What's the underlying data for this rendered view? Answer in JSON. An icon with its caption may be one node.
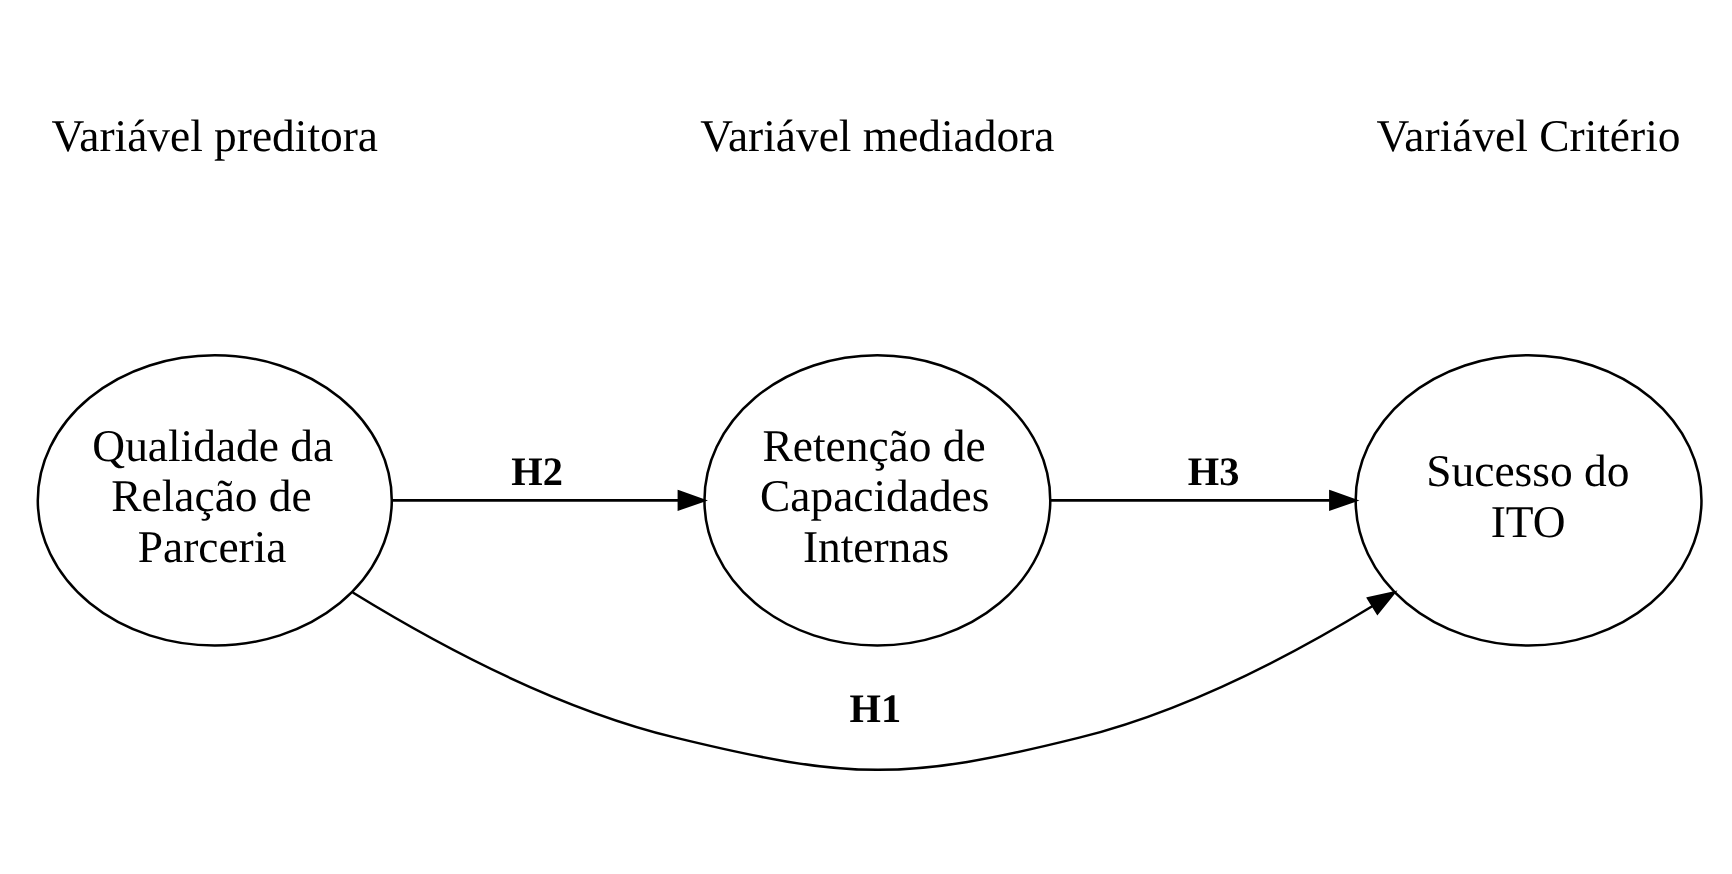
{
  "diagram": {
    "nodes": [
      {
        "text": [
          "Qualidade da Relação de Parceria"
        ]
      },
      {
        "text": [
          "Sucesso do ITO"
        ]
      },
      {
        "text": [
          "Retenção de Capacidades Internas"
        ]
      }
    ],
    "edges": [
      {
        "from": 0,
        "to": 1,
        "arrow": "to",
        "label": "H1"
      },
      {
        "from": 0,
        "to": 2,
        "arrow": "to",
        "label": "H2"
      },
      {
        "from": 2,
        "to": 1,
        "arrow": "to",
        "label": "H3"
      }
    ],
    "labels": [
      "Variável preditora",
      "Variável mediadora",
      "Variável Critério"
    ]
  }
}
